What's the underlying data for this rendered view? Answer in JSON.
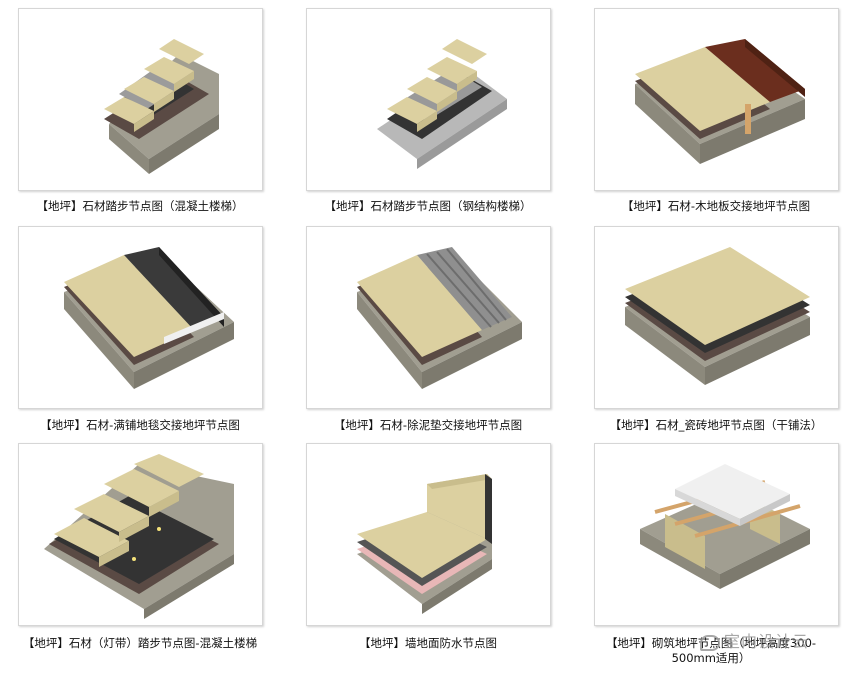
{
  "items": [
    {
      "caption": "【地坪】石材踏步节点图（混凝土楼梯）"
    },
    {
      "caption": "【地坪】石材踏步节点图（钢结构楼梯）"
    },
    {
      "caption": "【地坪】石材-木地板交接地坪节点图"
    },
    {
      "caption": "【地坪】石材-满铺地毯交接地坪节点图"
    },
    {
      "caption": "【地坪】石材-除泥垫交接地坪节点图"
    },
    {
      "caption": "【地坪】石材_瓷砖地坪节点图（干铺法）"
    },
    {
      "caption": "【地坪】石材（灯带）踏步节点图-混凝土楼梯"
    },
    {
      "caption": "【地坪】墙地面防水节点图"
    },
    {
      "caption": "【地坪】砌筑地坪节点图（地坪高度300-500mm适用）"
    }
  ],
  "watermark": {
    "text": "室内设计云"
  },
  "colors": {
    "stone": "#dcd0a0",
    "concrete": "#a19e91",
    "mortar": "#5a4a44",
    "waterproof": "#333333",
    "wood": "#6b2e1e"
  }
}
